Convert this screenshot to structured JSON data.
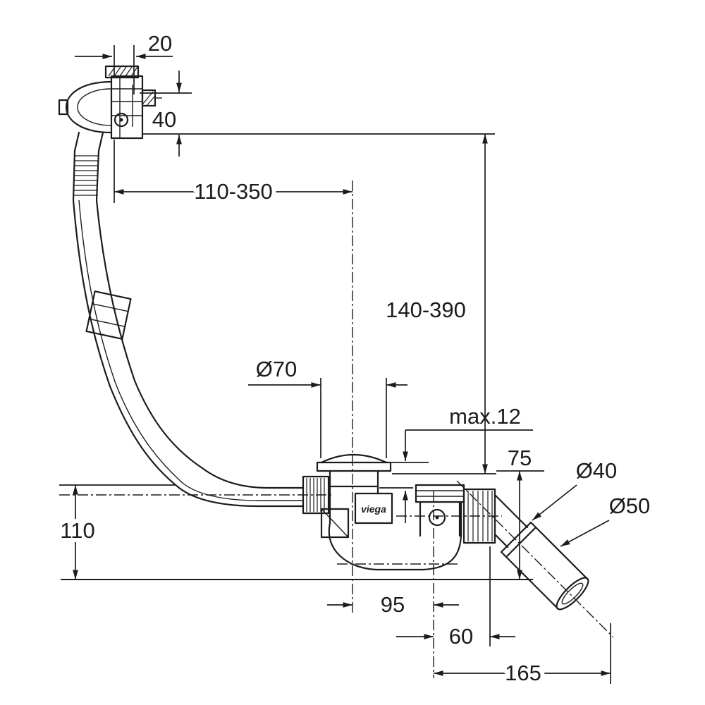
{
  "diagram": {
    "type": "technical-dimension-drawing",
    "subject": "bath waste and overflow filler set with trap and 45-degree outlet",
    "colors": {
      "line": "#1c1c1c",
      "background": "#ffffff"
    },
    "labels": {
      "d20": "20",
      "d40": "40",
      "d110_350": "110-350",
      "d140_390": "140-390",
      "dia70": "Ø70",
      "max12": "max.12",
      "d75": "75",
      "dia40": "Ø40",
      "dia50": "Ø50",
      "d110": "110",
      "d95": "95",
      "d60": "60",
      "d165": "165"
    },
    "branding": {
      "logo": "viega"
    }
  }
}
